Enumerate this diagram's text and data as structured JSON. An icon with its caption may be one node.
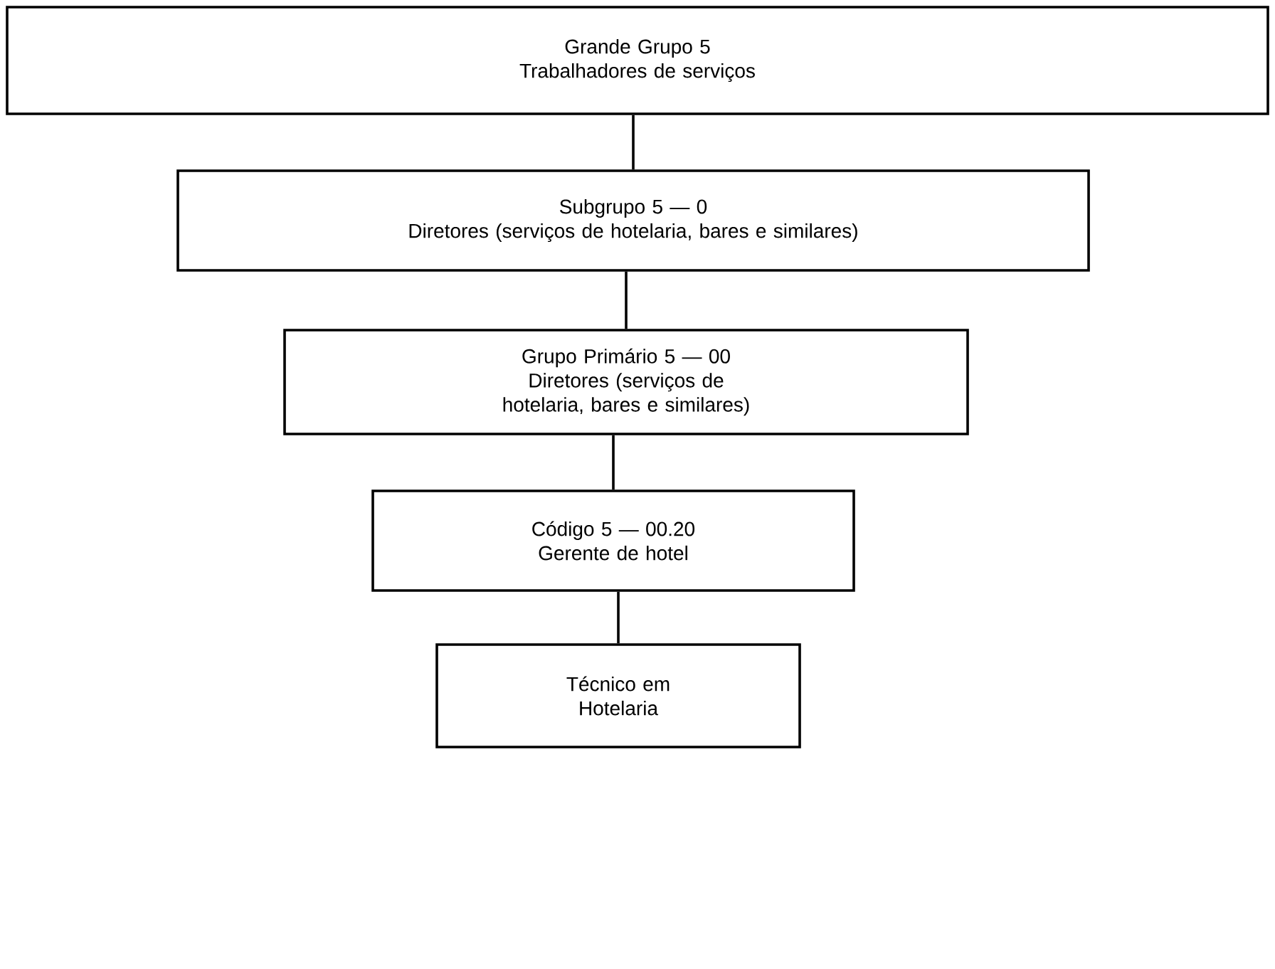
{
  "diagram": {
    "nodes": [
      {
        "text": [
          "Grande Grupo 5",
          "Trabalhadores de serviços"
        ]
      },
      {
        "text": [
          "Subgrupo 5 — 0",
          "Diretores (serviços de hotelaria, bares e similares)"
        ]
      },
      {
        "text": [
          "Grupo Primário 5 — 00",
          "Diretores (serviços de hotelaria, bares e similares)"
        ]
      },
      {
        "text": [
          "Código 5 — 00.20",
          "Gerente de hotel"
        ]
      },
      {
        "text": [
          "Técnico em Hotelaria"
        ]
      }
    ],
    "edges": [
      {
        "from": 0,
        "to": 1,
        "arrow": "none"
      },
      {
        "from": 1,
        "to": 2,
        "arrow": "none"
      },
      {
        "from": 2,
        "to": 3,
        "arrow": "none"
      },
      {
        "from": 3,
        "to": 4,
        "arrow": "none"
      }
    ]
  }
}
